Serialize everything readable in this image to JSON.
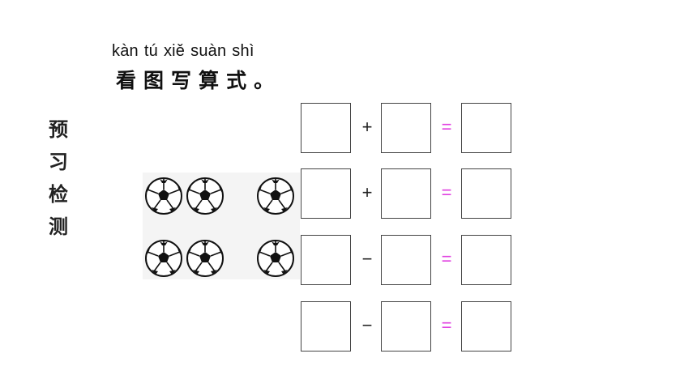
{
  "header": {
    "pinyin": [
      "kàn",
      "tú",
      "xiě",
      "suàn",
      "shì"
    ],
    "title": [
      "看",
      "图",
      "写",
      "算",
      "式",
      "。"
    ]
  },
  "side_label": [
    "预",
    "习",
    "检",
    "测"
  ],
  "picture": {
    "description_icon": "soccer-ball-icon",
    "rows": [
      {
        "group_a": 2,
        "group_b": 1
      },
      {
        "group_a": 2,
        "group_b": 1
      }
    ]
  },
  "equations": [
    {
      "operator": "+",
      "equals": "="
    },
    {
      "operator": "+",
      "equals": "="
    },
    {
      "operator": "−",
      "equals": "="
    },
    {
      "operator": "−",
      "equals": "="
    }
  ],
  "colors": {
    "equals_sign": "#e040e0",
    "box_border": "#444444"
  }
}
